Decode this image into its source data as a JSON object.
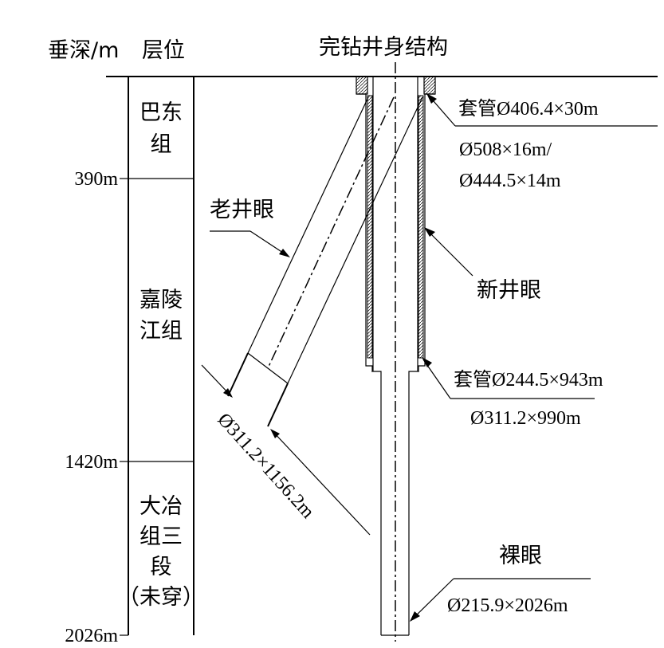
{
  "header": {
    "depth_label": "垂深/m",
    "layer_label": "层位",
    "title": "完钻井身结构"
  },
  "formations": {
    "f1_line1": "巴东",
    "f1_line2": "组",
    "f2_line1": "嘉陵",
    "f2_line2": "江组",
    "f3_line1": "大冶",
    "f3_line2": "组三",
    "f3_line3": "段",
    "f3_line4": "（未穿）"
  },
  "depths": {
    "d1": "390m",
    "d2": "1420m",
    "d3": "2026m"
  },
  "labels": {
    "casing1": "套管Ø406.4×30m",
    "hole1_a": "Ø508×16m/",
    "hole1_b": "Ø444.5×14m",
    "old_hole": "老井眼",
    "new_hole": "新井眼",
    "casing2": "套管Ø244.5×943m",
    "hole2": "Ø311.2×990m",
    "old_hole_size": "Ø311.2×1156.2m",
    "open_hole": "裸眼",
    "hole3": "Ø215.9×2026m"
  },
  "colors": {
    "line": "#000000",
    "background": "#ffffff"
  }
}
